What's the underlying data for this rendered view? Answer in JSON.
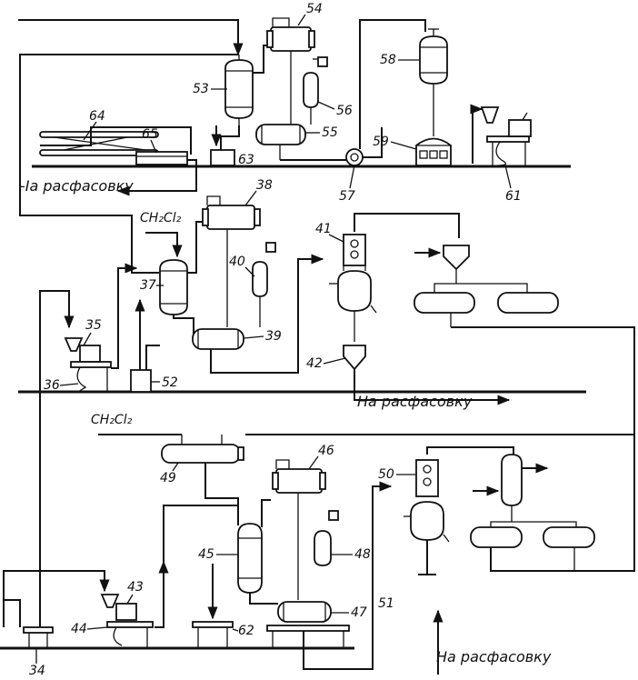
{
  "notes": {
    "to_packaging": "На расфасовку",
    "to_packaging_cut": "-Iа расфасовку",
    "solvent": "CH₂Cl₂"
  },
  "labels": {
    "n34": "34",
    "n35": "35",
    "n36": "36",
    "n37": "37",
    "n38": "38",
    "n39": "39",
    "n40": "40",
    "n41": "41",
    "n42": "42",
    "n43": "43",
    "n44": "44",
    "n45": "45",
    "n46": "46",
    "n47": "47",
    "n48": "48",
    "n49": "49",
    "n50": "50",
    "n51": "51",
    "n52": "52",
    "n53": "53",
    "n54": "54",
    "n55": "55",
    "n56": "56",
    "n57": "57",
    "n58": "58",
    "n59": "59",
    "n61": "61",
    "n62": "62",
    "n63": "63",
    "n64": "64",
    "n65": "65"
  }
}
